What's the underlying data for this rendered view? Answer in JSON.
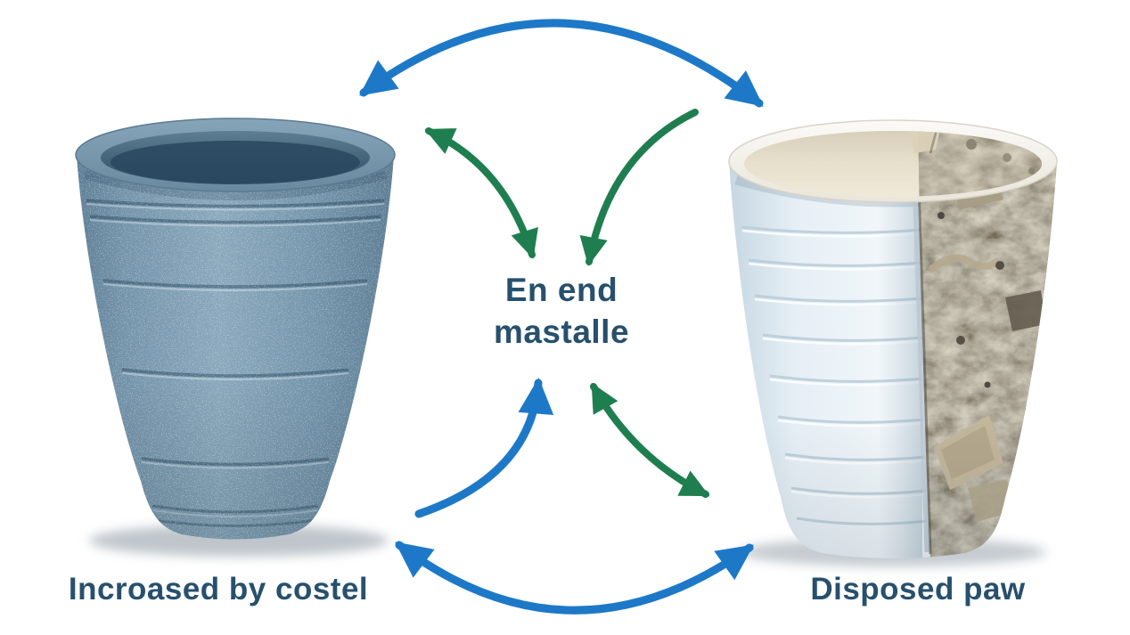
{
  "labels": {
    "center_line1": "En end",
    "center_line2": "mastalle",
    "bottom_left": "Incroased by costel",
    "bottom_right": "Disposed paw"
  },
  "colors": {
    "background": "#ffffff",
    "arrow_blue": "#1d79c7",
    "arrow_green": "#1f7e4f",
    "label_text": "#27506d",
    "left_cup_body": "#7c9bb1",
    "right_cup_body": "#e9f1f6",
    "compost": "#857c6e"
  },
  "graphics": {
    "left_cup": "blue speckled reusable plastic cup",
    "right_cup": "pale disposable cup, right half decomposed into compost",
    "arrows": [
      {
        "name": "top-cycle-arrow",
        "color": "blue",
        "heads": 2
      },
      {
        "name": "upper-left-green-arrow",
        "color": "green",
        "heads": 2
      },
      {
        "name": "upper-right-green-arrow",
        "color": "green",
        "heads": 1
      },
      {
        "name": "lower-left-blue-arrow",
        "color": "blue",
        "heads": 1
      },
      {
        "name": "lower-right-green-arrow",
        "color": "green",
        "heads": 2
      },
      {
        "name": "bottom-cycle-arrow",
        "color": "blue",
        "heads": 2
      }
    ]
  }
}
